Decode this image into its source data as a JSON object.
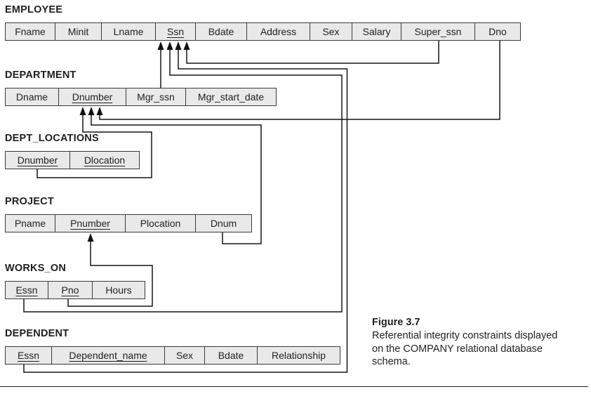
{
  "figure": {
    "label": "Figure 3.7",
    "caption_lines": [
      "Referential integrity constraints displayed",
      "on the COMPANY relational database",
      "schema."
    ]
  },
  "tables": [
    {
      "name": "EMPLOYEE",
      "columns": [
        {
          "name": "Fname",
          "key": false
        },
        {
          "name": "Minit",
          "key": false
        },
        {
          "name": "Lname",
          "key": false
        },
        {
          "name": "Ssn",
          "key": true
        },
        {
          "name": "Bdate",
          "key": false
        },
        {
          "name": "Address",
          "key": false
        },
        {
          "name": "Sex",
          "key": false
        },
        {
          "name": "Salary",
          "key": false
        },
        {
          "name": "Super_ssn",
          "key": false
        },
        {
          "name": "Dno",
          "key": false
        }
      ]
    },
    {
      "name": "DEPARTMENT",
      "columns": [
        {
          "name": "Dname",
          "key": false
        },
        {
          "name": "Dnumber",
          "key": true
        },
        {
          "name": "Mgr_ssn",
          "key": false
        },
        {
          "name": "Mgr_start_date",
          "key": false
        }
      ]
    },
    {
      "name": "DEPT_LOCATIONS",
      "columns": [
        {
          "name": "Dnumber",
          "key": true
        },
        {
          "name": "Dlocation",
          "key": true
        }
      ]
    },
    {
      "name": "PROJECT",
      "columns": [
        {
          "name": "Pname",
          "key": false
        },
        {
          "name": "Pnumber",
          "key": true
        },
        {
          "name": "Plocation",
          "key": false
        },
        {
          "name": "Dnum",
          "key": false
        }
      ]
    },
    {
      "name": "WORKS_ON",
      "columns": [
        {
          "name": "Essn",
          "key": true
        },
        {
          "name": "Pno",
          "key": true
        },
        {
          "name": "Hours",
          "key": false
        }
      ]
    },
    {
      "name": "DEPENDENT",
      "columns": [
        {
          "name": "Essn",
          "key": true
        },
        {
          "name": "Dependent_name",
          "key": true
        },
        {
          "name": "Sex",
          "key": false
        },
        {
          "name": "Bdate",
          "key": false
        },
        {
          "name": "Relationship",
          "key": false
        }
      ]
    }
  ],
  "relationships": [
    {
      "from": "DEPARTMENT.Mgr_ssn",
      "to": "EMPLOYEE.Ssn"
    },
    {
      "from": "WORKS_ON.Essn",
      "to": "EMPLOYEE.Ssn"
    },
    {
      "from": "DEPENDENT.Essn",
      "to": "EMPLOYEE.Ssn"
    },
    {
      "from": "EMPLOYEE.Super_ssn",
      "to": "EMPLOYEE.Ssn"
    },
    {
      "from": "EMPLOYEE.Dno",
      "to": "DEPARTMENT.Dnumber"
    },
    {
      "from": "PROJECT.Dnum",
      "to": "DEPARTMENT.Dnumber"
    },
    {
      "from": "DEPT_LOCATIONS.Dnumber",
      "to": "DEPARTMENT.Dnumber"
    },
    {
      "from": "WORKS_ON.Pno",
      "to": "PROJECT.Pnumber"
    }
  ],
  "colors": {
    "cell_fill": "#e9e9e9",
    "cell_border": "#3a3a3a",
    "line": "#151515",
    "text": "#1f1f1f",
    "background": "#ffffff"
  }
}
